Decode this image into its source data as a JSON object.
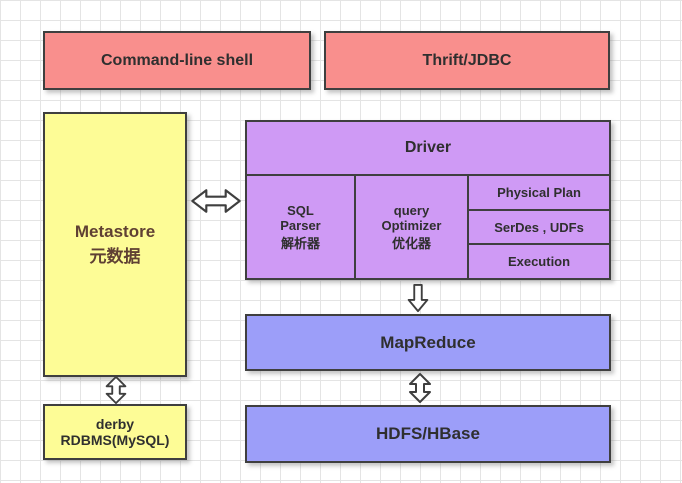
{
  "diagram_title": "Hive architecture diagram",
  "boxes": {
    "command_line_shell": {
      "label": "Command-line shell"
    },
    "thrift_jdbc": {
      "label": "Thrift/JDBC"
    },
    "metastore": {
      "label": "Metastore\n元数据"
    },
    "driver": {
      "label": "Driver"
    },
    "sql_parser": {
      "label": "SQL\nParser\n解析器"
    },
    "query_optimizer": {
      "label": "query\nOptimizer\n优化器"
    },
    "physical_plan": {
      "label": "Physical Plan"
    },
    "serdes_udfs": {
      "label": "SerDes , UDFs"
    },
    "execution": {
      "label": "Execution"
    },
    "mapreduce": {
      "label": "MapReduce"
    },
    "hdfs_hbase": {
      "label": "HDFS/HBase"
    },
    "derby": {
      "label": "derby\nRDBMS(MySQL)"
    }
  },
  "arrows": [
    {
      "name": "metastore-driver-arrow",
      "type": "double-horizontal"
    },
    {
      "name": "driver-mapreduce-arrow",
      "type": "single-down"
    },
    {
      "name": "mapreduce-hdfs-arrow",
      "type": "double-vertical"
    },
    {
      "name": "metastore-derby-arrow",
      "type": "double-vertical"
    }
  ],
  "colors": {
    "pink": "#f98f8d",
    "yellow": "#fdfc96",
    "purple": "#cf9af5",
    "blue": "#9c9ef9",
    "border": "#3f3f3f",
    "text": "#2f2f2f",
    "metastore_text": "#5f4033",
    "grid": "#e4e4e4"
  }
}
